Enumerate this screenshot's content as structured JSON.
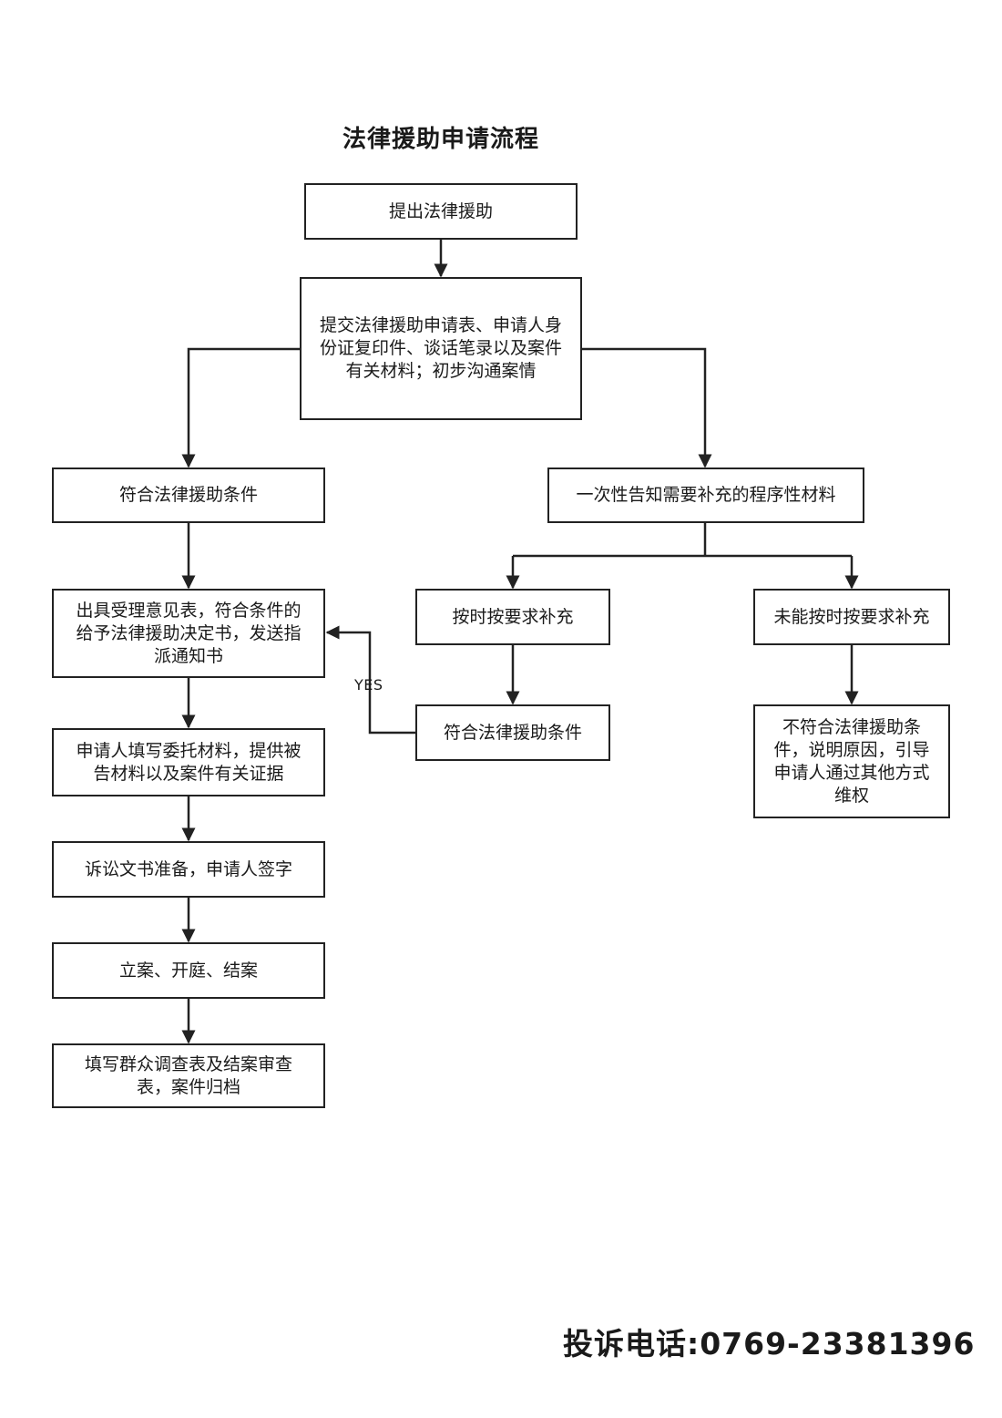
{
  "title": "法律援助申请流程",
  "nodes": {
    "n1": "提出法律援助",
    "n2": "提交法律援助申请表、申请人身\n份证复印件、谈话笔录以及案件\n有关材料；初步沟通案情",
    "n3": "符合法律援助条件",
    "n4": "一次性告知需要补充的程序性材料",
    "n5": "出具受理意见表，符合条件的\n给予法律援助决定书，发送指\n派通知书",
    "n6": "按时按要求补充",
    "n7": "未能按时按要求补充",
    "n8": "符合法律援助条件",
    "n9": "不符合法律援助条\n件，说明原因，引导\n申请人通过其他方式\n维权",
    "n10": "申请人填写委托材料，提供被\n告材料以及案件有关证据",
    "n11": "诉讼文书准备，申请人签字",
    "n12": "立案、开庭、结案",
    "n13": "填写群众调查表及结案审查\n表，案件归档"
  },
  "edge_label_yes": "YES",
  "hotline": "投诉电话:0769-23381396"
}
